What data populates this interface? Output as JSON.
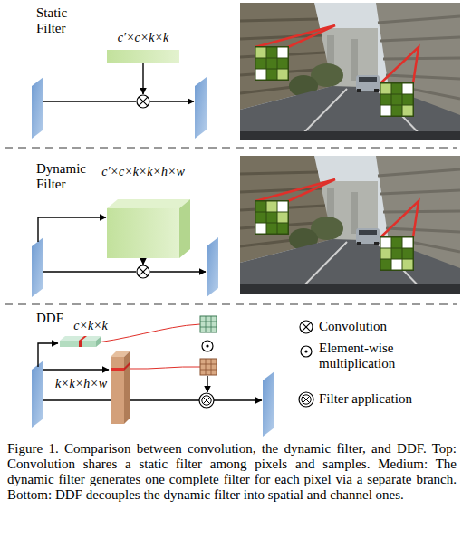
{
  "diagram": {
    "caption": "Figure 1. Comparison between convolution, the dynamic filter, and DDF. Top: Convolution shares a static filter among pixels and samples. Medium: The dynamic filter generates one complete filter for each pixel via a separate branch. Bottom: DDF decouples the dynamic filter into spatial and channel ones.",
    "nodes": [
      {
        "text": [
          "c′×c×k×k"
        ]
      },
      {
        "text": [
          "c′×c×k×k×h×w"
        ]
      },
      {
        "text": [
          "c×k×k"
        ]
      },
      {
        "text": [
          "k×k×h×w"
        ]
      }
    ],
    "labels": [
      "Static Filter",
      "Dynamic Filter",
      "DDF"
    ],
    "legend": [
      {
        "text": "Convolution"
      },
      {
        "text": "Element-wise multiplication"
      },
      {
        "text": "Filter application"
      }
    ]
  }
}
